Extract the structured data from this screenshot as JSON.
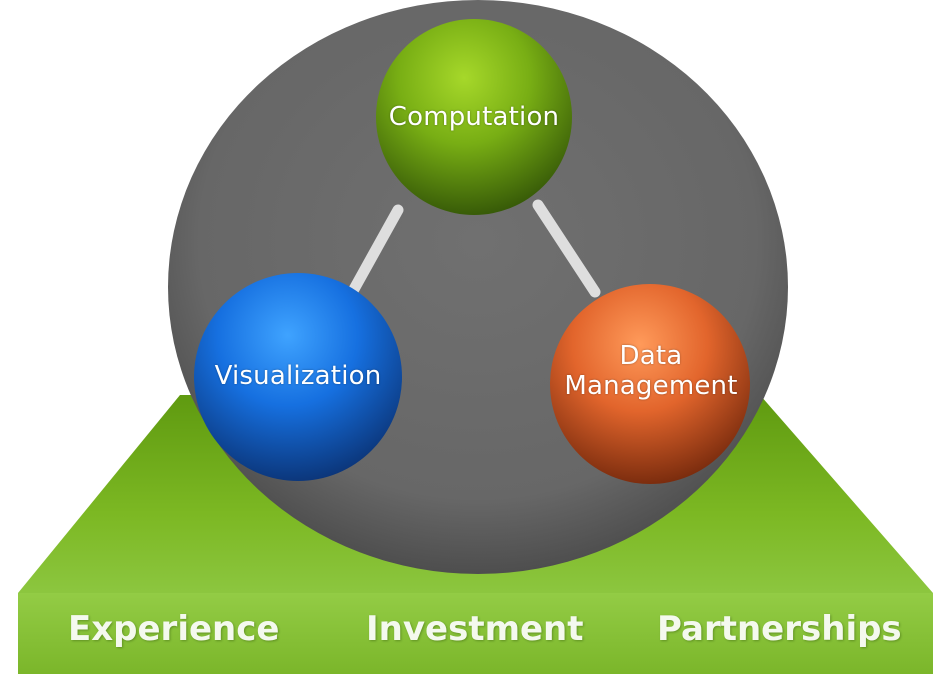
{
  "colors": {
    "base_green": "#7ab51d",
    "base_band": "#8cc63f",
    "circle_gray": "#6a6a6a",
    "computation_sphere": "#6fa31a",
    "visualization_sphere": "#1f78e6",
    "data_management_sphere": "#e0622a",
    "connector": "#e6e6e6",
    "label_text": "#ffffff"
  },
  "spheres": {
    "computation": {
      "label": "Computation"
    },
    "visualization": {
      "label": "Visualization"
    },
    "data_management": {
      "line1": "Data",
      "line2": "Management"
    }
  },
  "pillars": {
    "experience": "Experience",
    "investment": "Investment",
    "partnerships": "Partnerships"
  }
}
